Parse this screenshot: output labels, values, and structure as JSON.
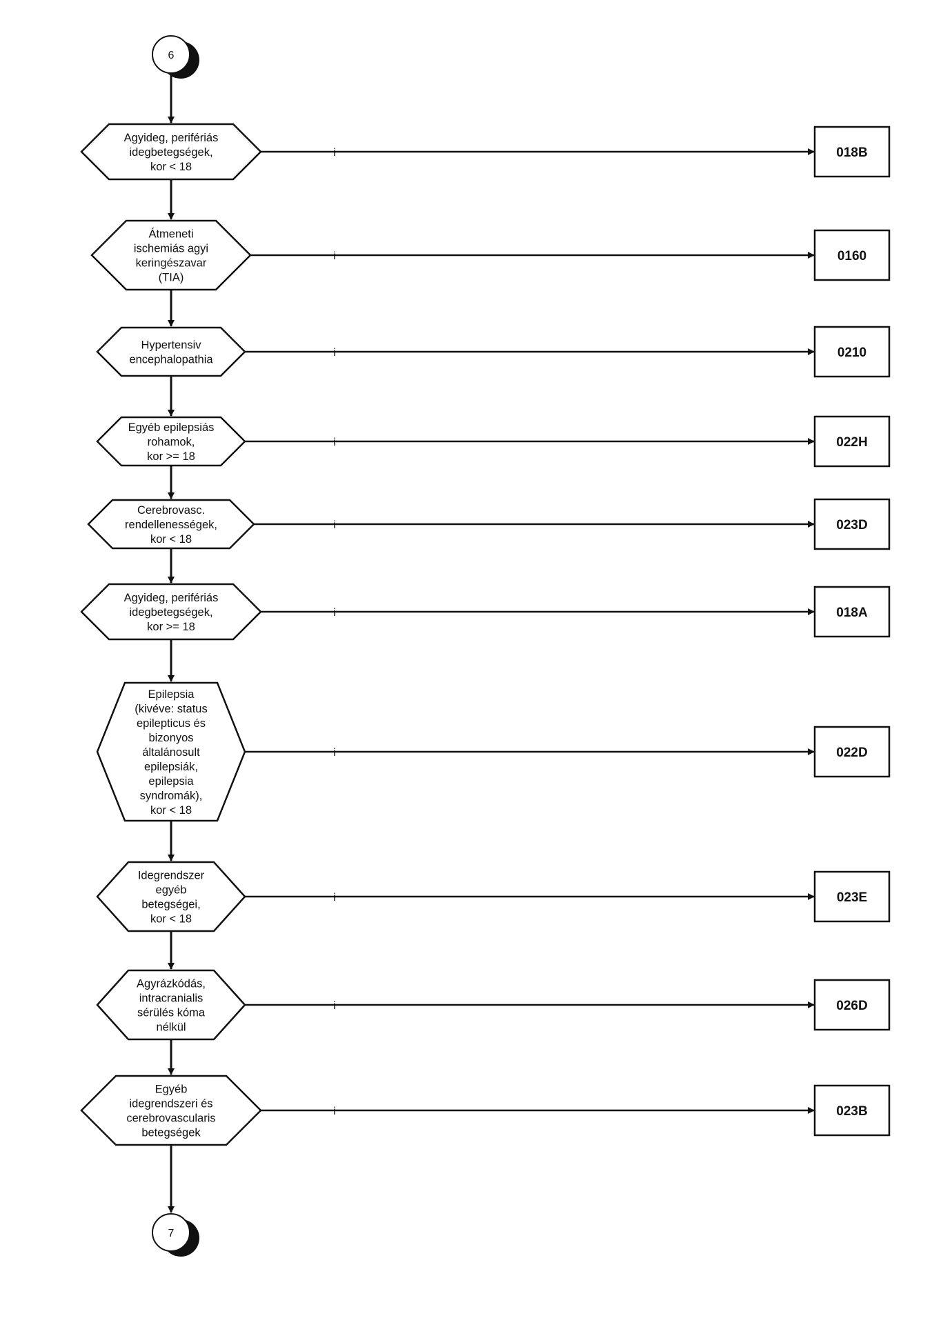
{
  "connector_top": {
    "label": "6"
  },
  "connector_bottom": {
    "label": "7"
  },
  "branch_label": "i",
  "decisions": [
    {
      "lines": [
        "Agyideg, perifériás",
        "idegbetegségek,",
        "kor < 18"
      ],
      "code": "018B"
    },
    {
      "lines": [
        "Átmeneti",
        "ischemiás agyi",
        "keringészavar",
        "(TIA)"
      ],
      "code": "0160"
    },
    {
      "lines": [
        "Hypertensiv",
        "encephalopathia"
      ],
      "code": "0210"
    },
    {
      "lines": [
        "Egyéb epilepsiás",
        "rohamok,",
        "kor >= 18"
      ],
      "code": "022H"
    },
    {
      "lines": [
        "Cerebrovasc.",
        "rendellenességek,",
        "kor < 18"
      ],
      "code": "023D"
    },
    {
      "lines": [
        "Agyideg, perifériás",
        "idegbetegségek,",
        "kor >= 18"
      ],
      "code": "018A"
    },
    {
      "lines": [
        "Epilepsia",
        "(kivéve: status",
        "epilepticus és",
        "bizonyos",
        "általánosult",
        "epilepsiák,",
        "epilepsia",
        "syndromák),",
        "kor < 18"
      ],
      "code": "022D"
    },
    {
      "lines": [
        "Idegrendszer",
        "egyéb",
        "betegségei,",
        "kor < 18"
      ],
      "code": "023E"
    },
    {
      "lines": [
        "Agyrázkódás,",
        "intracranialis",
        "sérülés kóma",
        "nélkül"
      ],
      "code": "026D"
    },
    {
      "lines": [
        "Egyéb",
        "idegrendszeri és",
        "cerebrovascularis",
        "betegségek"
      ],
      "code": "023B"
    }
  ]
}
